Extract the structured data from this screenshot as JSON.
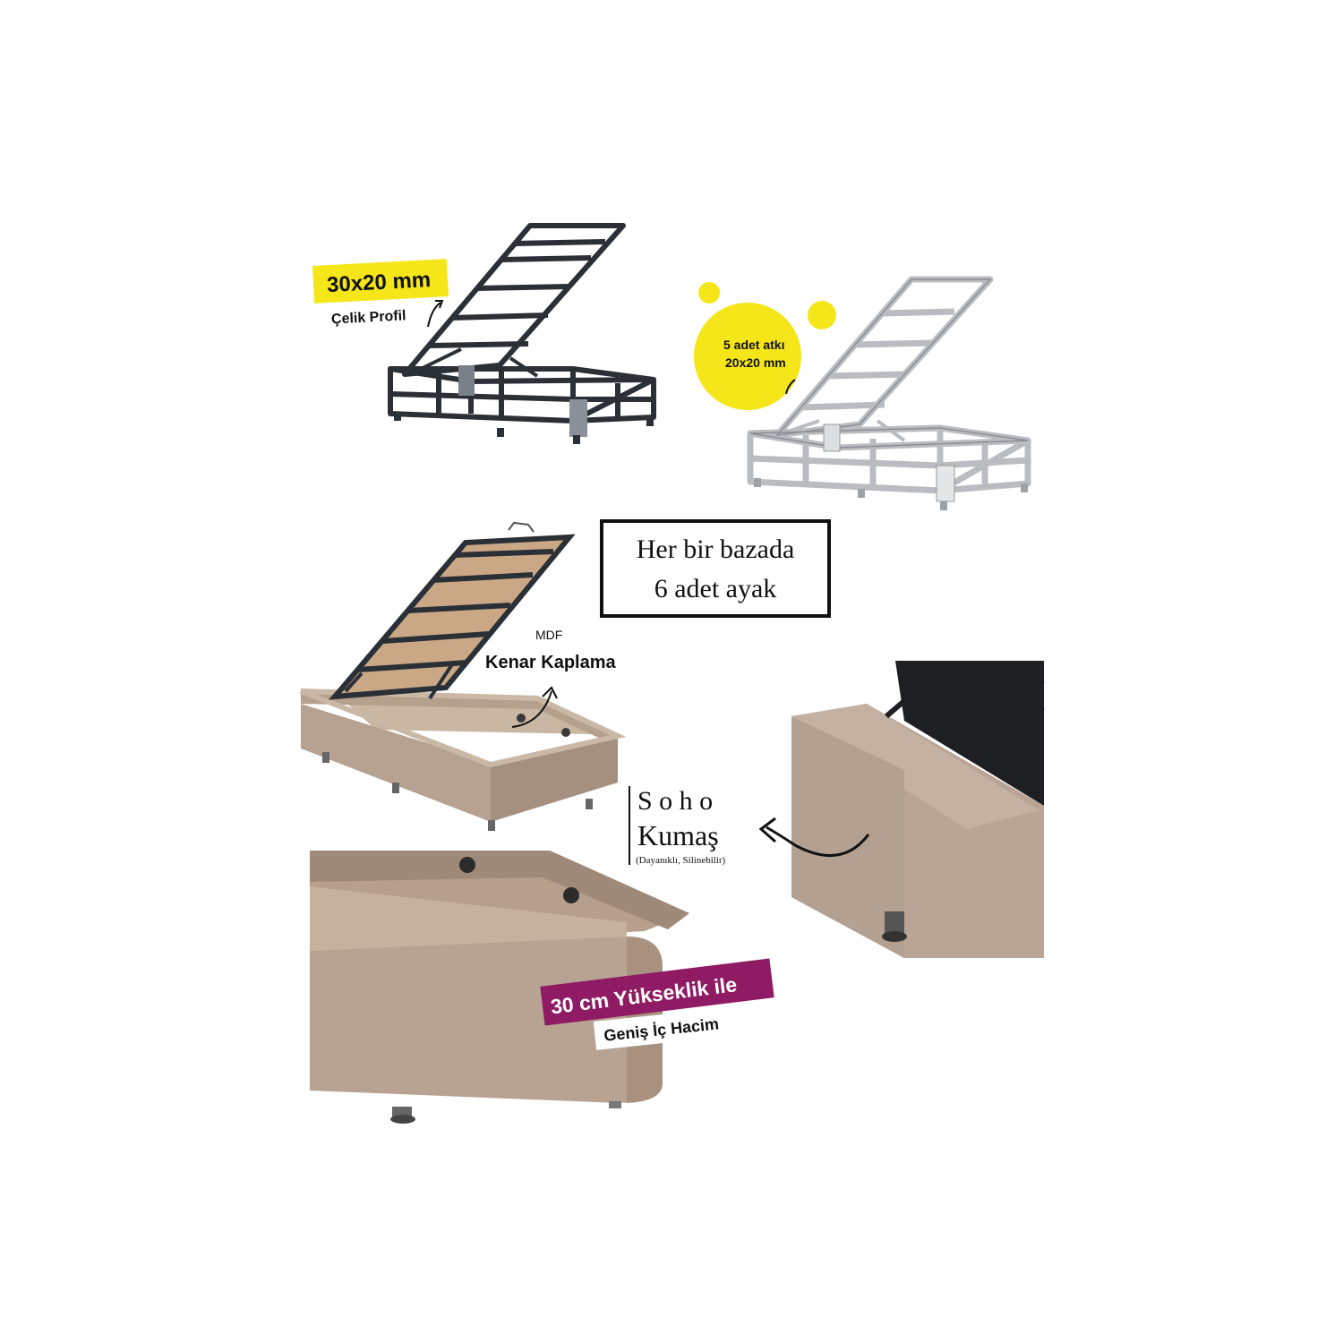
{
  "labels": {
    "steel_size": "30x20 mm",
    "steel_profile": "Çelik Profil",
    "crossbar_line1": "5 adet atkı",
    "crossbar_line2": "20x20 mm",
    "legs_line1": "Her bir bazada",
    "legs_line2": "6 adet ayak",
    "mdf_small": "MDF",
    "mdf_edge": "Kenar Kaplama",
    "fabric_line1": "S o h o",
    "fabric_line2": "Kumaş",
    "fabric_note": "(Dayanıklı, Silinebilir)",
    "height": "30 cm Yükseklik ile",
    "volume": "Geniş İç Hacim"
  },
  "colors": {
    "yellow": "#f5e61a",
    "magenta": "#8e1b63",
    "fabric": "#b7a291",
    "frame_dark": "#2b2f36",
    "frame_silver": "#b9bcc0"
  }
}
